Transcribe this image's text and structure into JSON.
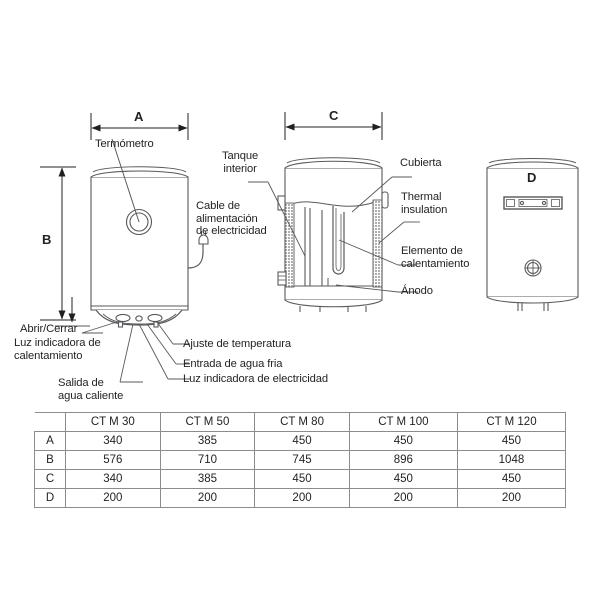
{
  "figure": {
    "title": "Water heater technical diagram",
    "dimension_labels": {
      "a": "A",
      "b": "B",
      "c": "C",
      "d": "D"
    },
    "callouts": {
      "thermometer": "Termómetro",
      "inner_tank": "Tanque\ninterior",
      "power_cable": "Cable de\nalimentación\nde electricidad",
      "cover": "Cubierta",
      "thermal_insulation": "Thermal\ninsulation",
      "heating_element": "Elemento de\ncalentamiento",
      "anode": "Ánodo",
      "open_close": "Abrir/Cerrar",
      "heating_indicator": "Luz indicadora de\ncalentamiento",
      "hot_water_outlet": "Salida de\nagua caliente",
      "temperature_adjust": "Ajuste de temperatura",
      "cold_water_inlet": "Entrada de agua fria",
      "electricity_indicator": "Luz indicadora de electricidad"
    }
  },
  "table": {
    "corner_label": "",
    "columns": [
      "CT M 30",
      "CT M 50",
      "CT M 80",
      "CT M 100",
      "CT M 120"
    ],
    "rows": [
      {
        "label": "A",
        "values": [
          "340",
          "385",
          "450",
          "450",
          "450"
        ]
      },
      {
        "label": "B",
        "values": [
          "576",
          "710",
          "745",
          "896",
          "1048"
        ]
      },
      {
        "label": "C",
        "values": [
          "340",
          "385",
          "450",
          "450",
          "450"
        ]
      },
      {
        "label": "D",
        "values": [
          "200",
          "200",
          "200",
          "200",
          "200"
        ]
      }
    ]
  },
  "colors": {
    "line": "#58595b",
    "text": "#231f20",
    "fill": "#ffffff",
    "insulation": "#6d6e71"
  }
}
